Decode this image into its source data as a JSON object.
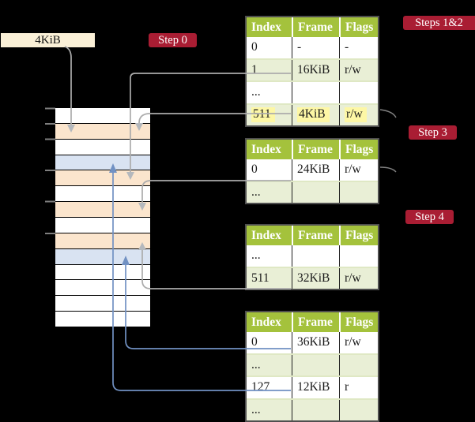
{
  "colors": {
    "background": "#000000",
    "badge_red": "#a91d33",
    "table_header_green": "#a4c23c",
    "table_alt_row_green": "#e9efd6",
    "highlight_yellow": "#fdf7a5",
    "memory_orange": "#fbe5cd",
    "memory_blue": "#d9e3f2",
    "frame_label_cream": "#faf0d7",
    "arrow_gray": "#acacac",
    "arrow_blue": "#7191c3"
  },
  "frame_label": {
    "text": "4KiB"
  },
  "badges": {
    "step0": "Step 0",
    "steps12": "Steps 1&2",
    "step3": "Step 3",
    "step4": "Step 4"
  },
  "memory": {
    "description": "physical memory column of 14 frame rows",
    "row_types": [
      "white",
      "orange",
      "white",
      "blue",
      "orange",
      "white",
      "orange",
      "white",
      "orange",
      "blue",
      "white",
      "white",
      "white",
      "white"
    ],
    "tick_count": 6
  },
  "tables": [
    {
      "id": "table-steps-1-2",
      "headers": [
        "Index",
        "Frame",
        "Flags"
      ],
      "rows": [
        {
          "index": "0",
          "frame": "-",
          "flags": "-"
        },
        {
          "index": "1",
          "frame": "16KiB",
          "flags": "r/w"
        },
        {
          "index": "...",
          "frame": "",
          "flags": ""
        },
        {
          "index": "511",
          "frame": "4KiB",
          "flags": "r/w",
          "highlight": true
        }
      ]
    },
    {
      "id": "table-step-3",
      "headers": [
        "Index",
        "Frame",
        "Flags"
      ],
      "rows": [
        {
          "index": "0",
          "frame": "24KiB",
          "flags": "r/w"
        },
        {
          "index": "...",
          "frame": "",
          "flags": ""
        }
      ]
    },
    {
      "id": "table-step-4",
      "headers": [
        "Index",
        "Frame",
        "Flags"
      ],
      "rows": [
        {
          "index": "...",
          "frame": "",
          "flags": ""
        },
        {
          "index": "511",
          "frame": "32KiB",
          "flags": "r/w"
        }
      ]
    },
    {
      "id": "table-final",
      "headers": [
        "Index",
        "Frame",
        "Flags"
      ],
      "rows": [
        {
          "index": "0",
          "frame": "36KiB",
          "flags": "r/w"
        },
        {
          "index": "...",
          "frame": "",
          "flags": ""
        },
        {
          "index": "127",
          "frame": "12KiB",
          "flags": "r"
        },
        {
          "index": "...",
          "frame": "",
          "flags": ""
        }
      ]
    }
  ]
}
